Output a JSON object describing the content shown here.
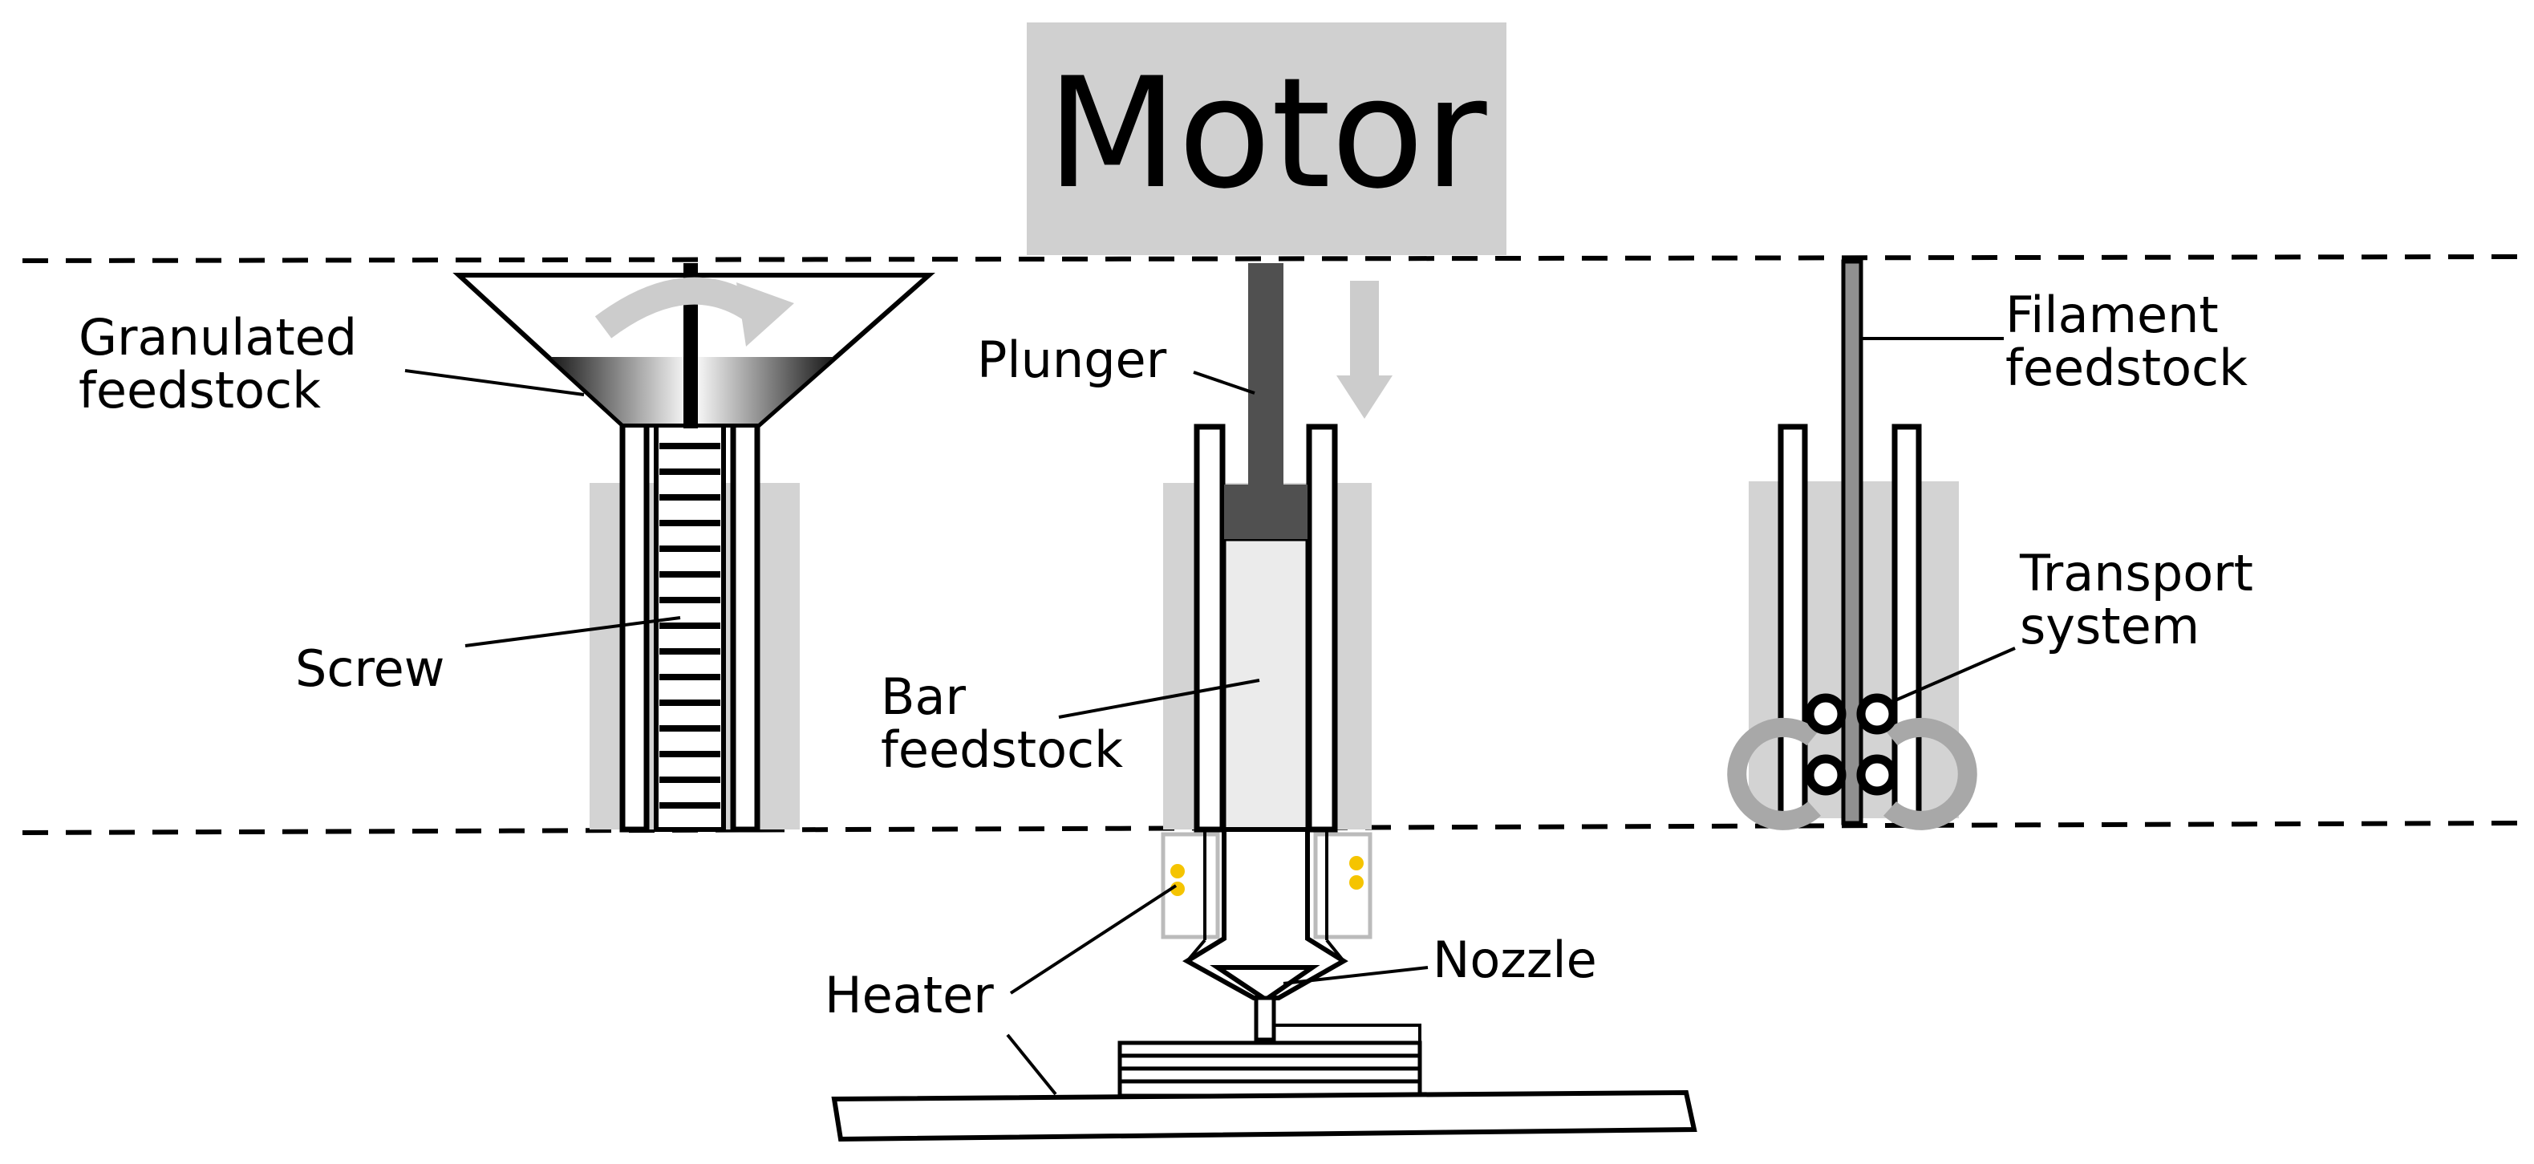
{
  "labels": {
    "motor": "Motor",
    "granulated_1": "Granulated",
    "granulated_2": "feedstock",
    "screw": "Screw",
    "plunger": "Plunger",
    "bar_1": "Bar",
    "bar_2": "feedstock",
    "filament_1": "Filament",
    "filament_2": "feedstock",
    "transport_1": "Transport",
    "transport_2": "system",
    "heater": "Heater",
    "nozzle": "Nozzle"
  },
  "colors": {
    "motor_box": "#d0d0d0",
    "heater_block": "#d3d3d3",
    "plunger": "#505050",
    "arrow": "#cccccc",
    "bar_feedstock": "#ebebeb",
    "heater_dots": "#f5c400"
  }
}
